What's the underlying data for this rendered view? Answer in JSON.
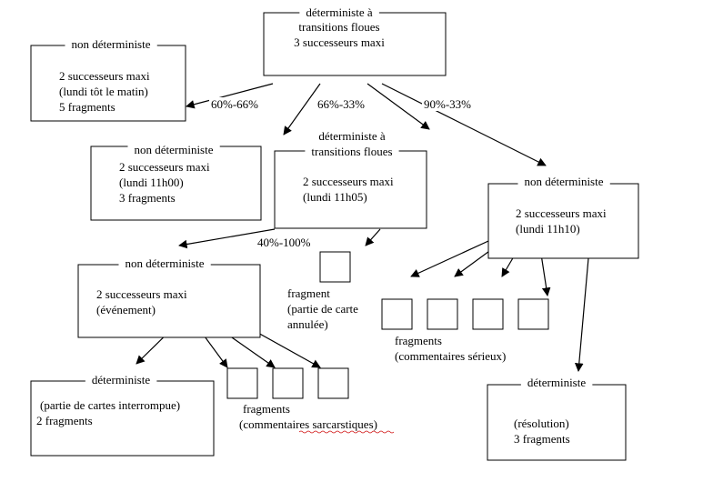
{
  "nodes": {
    "root": {
      "title_lines": [
        "déterministe à",
        "transitions floues"
      ],
      "lines": [
        "3 successeurs maxi"
      ]
    },
    "nd_morning": {
      "title_lines": [
        "non déterministe"
      ],
      "lines": [
        "2 successeurs maxi",
        "(lundi tôt le matin)",
        "5 fragments"
      ]
    },
    "nd_11h00": {
      "title_lines": [
        "non déterministe"
      ],
      "lines": [
        "2 successeurs maxi",
        "(lundi 11h00)",
        "3 fragments"
      ]
    },
    "det_11h05": {
      "title_lines": [
        "déterministe à",
        "transitions floues"
      ],
      "lines": [
        "2 successeurs maxi",
        "(lundi 11h05)"
      ]
    },
    "nd_11h10": {
      "title_lines": [
        "non déterministe"
      ],
      "lines": [
        "2 successeurs maxi",
        "(lundi 11h10)"
      ]
    },
    "nd_event": {
      "title_lines": [
        "non déterministe"
      ],
      "lines": [
        "2 successeurs maxi",
        "(événement)"
      ]
    },
    "det_interrupted": {
      "title_lines": [
        "déterministe"
      ],
      "lines": [
        "(partie de cartes interrompue)",
        "2 fragments"
      ]
    },
    "det_resolution": {
      "title_lines": [
        "déterministe"
      ],
      "lines": [
        "(résolution)",
        "3 fragments"
      ]
    }
  },
  "edge_labels": {
    "root_left": "60%-66%",
    "root_mid": "66%-33%",
    "root_right": "90%-33%",
    "det_left": "40%-100%"
  },
  "fragment_groups": {
    "cancelled": [
      "fragment",
      "(partie de carte",
      "annulée)"
    ],
    "serious": [
      "fragments",
      "(commentaires sérieux)"
    ],
    "sarcastic": [
      "fragments",
      "(commentaires sarcarstiques)"
    ]
  }
}
